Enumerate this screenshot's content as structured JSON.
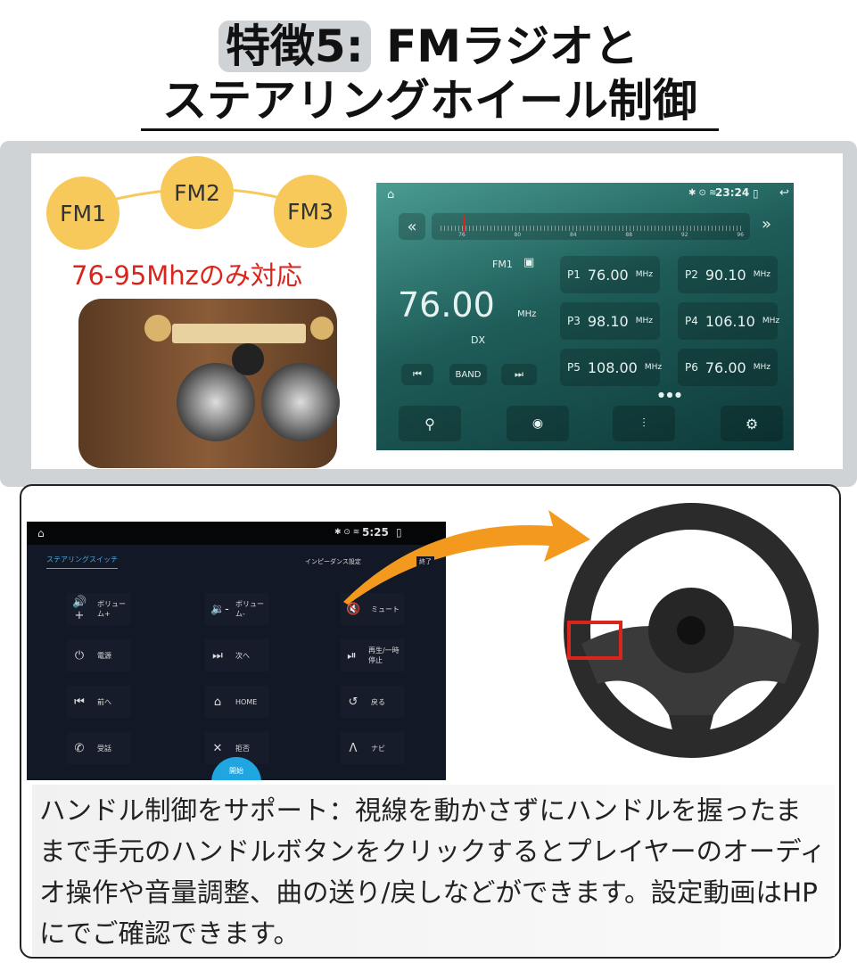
{
  "title": {
    "feature": "特徴5:",
    "line1_rest": " FMラジオと",
    "line2": "ステアリングホイール制御"
  },
  "fm_bands": [
    "FM1",
    "FM2",
    "FM3"
  ],
  "range_note": "76-95Mhzのみ対応",
  "radio_screen": {
    "time": "23:24",
    "scale_ticks": [
      "76",
      "80",
      "84",
      "88",
      "92",
      "96"
    ],
    "band": "FM1",
    "frequency": "76.00",
    "unit": "MHz",
    "mode": "DX",
    "band_button": "BAND",
    "presets": [
      {
        "p": "P1",
        "f": "76.00"
      },
      {
        "p": "P2",
        "f": "90.10"
      },
      {
        "p": "P3",
        "f": "98.10"
      },
      {
        "p": "P4",
        "f": "106.10"
      },
      {
        "p": "P5",
        "f": "108.00"
      },
      {
        "p": "P6",
        "f": "76.00"
      }
    ],
    "preset_unit": "MHz"
  },
  "steering_screen": {
    "time": "5:25",
    "tab": "ステアリングスイッチ",
    "impedance": "インピーダンス設定",
    "finish": "終了",
    "start_button": "開始",
    "keys": [
      {
        "icon": "🔊+",
        "label": "ボリューム+"
      },
      {
        "icon": "🔉-",
        "label": "ボリューム-"
      },
      {
        "icon": "🔇",
        "label": "ミュート"
      },
      {
        "icon": "⏻",
        "label": "電源"
      },
      {
        "icon": "⏭",
        "label": "次へ"
      },
      {
        "icon": "⏯",
        "label": "再生/一時停止"
      },
      {
        "icon": "⏮",
        "label": "前へ"
      },
      {
        "icon": "⌂",
        "label": "HOME"
      },
      {
        "icon": "↺",
        "label": "戻る"
      },
      {
        "icon": "✆",
        "label": "受話"
      },
      {
        "icon": "✕",
        "label": "拒否"
      },
      {
        "icon": "Λ",
        "label": "ナビ"
      }
    ]
  },
  "description": "ハンドル制御をサポート：視線を動かさずにハンドルを握ったままで手元のハンドルボタンをクリックするとプレイヤーのオーディオ操作や音量調整、曲の送り/戻しなどができます。設定動画はHPにでご確認できます。",
  "colors": {
    "accent_red": "#d9251c",
    "fm_yellow": "#f6c95a",
    "arrow_orange": "#f39a1e",
    "start_blue": "#1fa6e0"
  }
}
